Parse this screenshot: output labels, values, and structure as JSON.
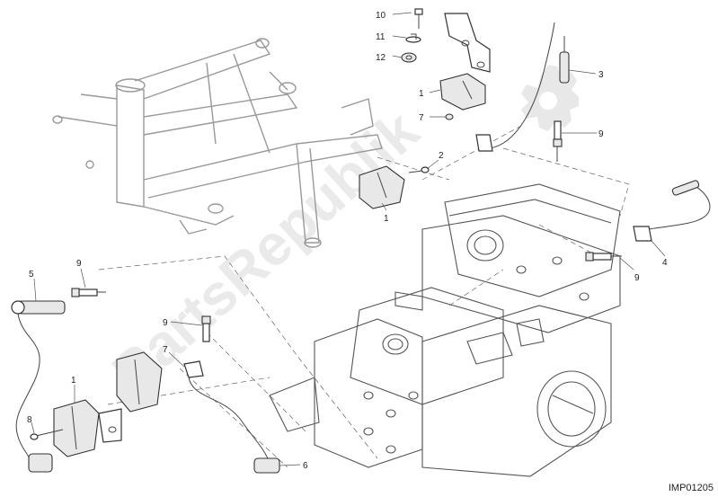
{
  "diagram": {
    "image_code": "IMP01205",
    "watermark": "PartsRepublik",
    "callouts": [
      "10",
      "11",
      "12",
      "1",
      "7",
      "3",
      "9",
      "2",
      "1",
      "9",
      "4",
      "5",
      "9",
      "9",
      "7",
      "1",
      "8",
      "6"
    ]
  }
}
